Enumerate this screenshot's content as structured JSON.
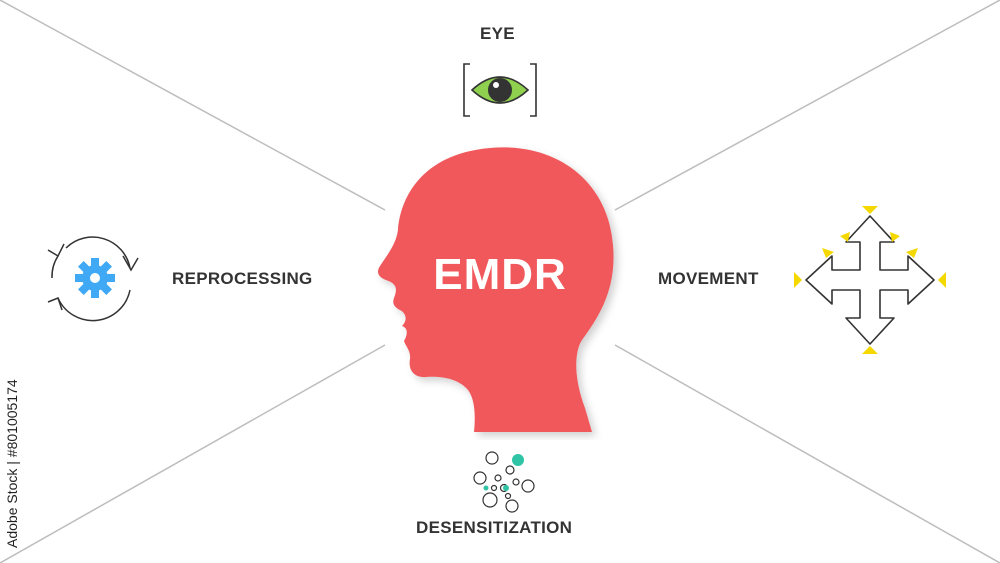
{
  "center": {
    "title": "EMDR"
  },
  "items": {
    "eye": {
      "label": "EYE",
      "icon": "eye-icon"
    },
    "reprocessing": {
      "label": "REPROCESSING",
      "icon": "gear-cycle-icon"
    },
    "movement": {
      "label": "MOVEMENT",
      "icon": "four-way-arrows-icon"
    },
    "desensitization": {
      "label": "DESENSITIZATION",
      "icon": "dots-network-icon"
    }
  },
  "watermark": {
    "stock_id": "Adobe Stock | #801005174"
  },
  "colors": {
    "head": "#f0585c",
    "eye_iris": "#8fd14f",
    "gear": "#3fa9f5",
    "arrow_accent": "#f5d800",
    "dot_accent": "#2ec4a5",
    "text": "#333333",
    "divider": "#bdbdbd"
  }
}
